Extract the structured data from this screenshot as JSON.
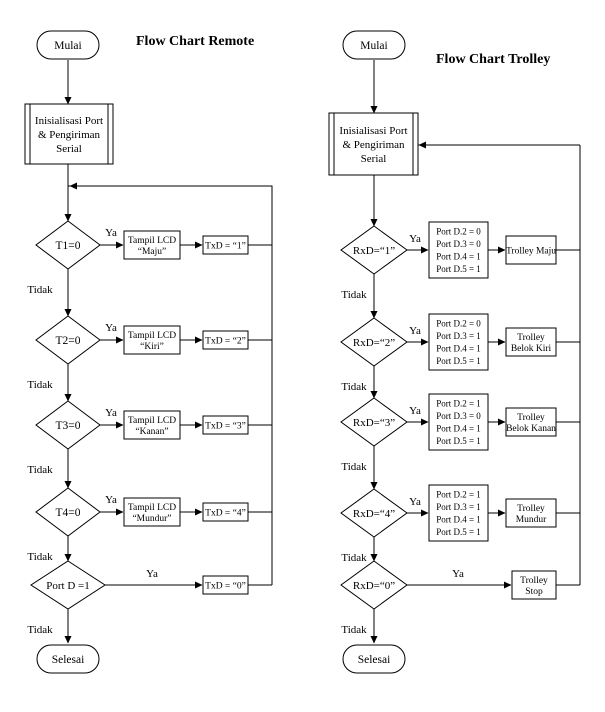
{
  "titles": {
    "remote": "Flow Chart Remote",
    "trolley": "Flow Chart Trolley"
  },
  "remote": {
    "start": "Mulai",
    "init": [
      "Inisialisasi Port",
      "& Pengiriman",
      "Serial"
    ],
    "yes": "Ya",
    "no": "Tidak",
    "decisions": [
      "T1=0",
      "T2=0",
      "T3=0",
      "T4=0",
      "Port D =1"
    ],
    "lcd": [
      [
        "Tampil LCD",
        "“Maju”"
      ],
      [
        "Tampil LCD",
        "“Kiri”"
      ],
      [
        "Tampil LCD",
        "“Kanan”"
      ],
      [
        "Tampil LCD",
        "“Mundur”"
      ]
    ],
    "txd": [
      "TxD = “1”",
      "TxD = “2”",
      "TxD = “3”",
      "TxD = “4”",
      "TxD = “0”"
    ],
    "end": "Selesai"
  },
  "trolley": {
    "start": "Mulai",
    "init": [
      "Inisialisasi Port",
      "& Pengiriman",
      "Serial"
    ],
    "yes": "Ya",
    "no": "Tidak",
    "decisions": [
      "RxD=“1”",
      "RxD=“2”",
      "RxD=“3”",
      "RxD=“4”",
      "RxD=“0”"
    ],
    "ports": [
      [
        "Port D.2 = 0",
        "Port D.3 = 0",
        "Port D.4 = 1",
        "Port D.5 = 1"
      ],
      [
        "Port D.2 = 0",
        "Port D.3 = 1",
        "Port D.4 = 1",
        "Port D.5 = 1"
      ],
      [
        "Port D.2 = 1",
        "Port D.3 = 0",
        "Port D.4 = 1",
        "Port D.5 = 1"
      ],
      [
        "Port D.2 = 1",
        "Port D.3 = 1",
        "Port D.4 = 1",
        "Port D.5 = 1"
      ]
    ],
    "actions": [
      [
        "Trolley Maju"
      ],
      [
        "Trolley",
        "Belok Kiri"
      ],
      [
        "Trolley",
        "Belok Kanan"
      ],
      [
        "Trolley",
        "Mundur"
      ],
      [
        "Trolley",
        "Stop"
      ]
    ],
    "end": "Selesai"
  }
}
